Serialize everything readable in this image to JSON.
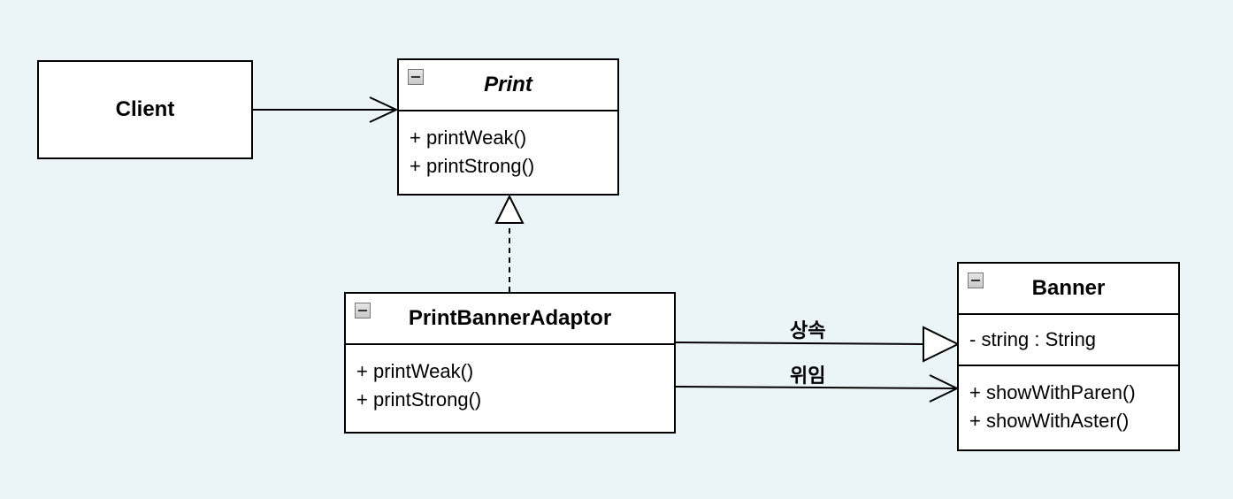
{
  "client": {
    "label": "Client"
  },
  "print": {
    "name": "Print",
    "methods": [
      "+ printWeak()",
      "+ printStrong()"
    ]
  },
  "adaptor": {
    "name": "PrintBannerAdaptor",
    "methods": [
      "+ printWeak()",
      "+ printStrong()"
    ]
  },
  "banner": {
    "name": "Banner",
    "attributes": [
      "- string : String"
    ],
    "methods": [
      "+ showWithParen()",
      "+ showWithAster()"
    ]
  },
  "edges": {
    "inheritance_label": "상속",
    "delegation_label": "위임"
  },
  "colors": {
    "background": "#ebf5f7",
    "box_fill": "#ffffff",
    "stroke": "#000000"
  }
}
